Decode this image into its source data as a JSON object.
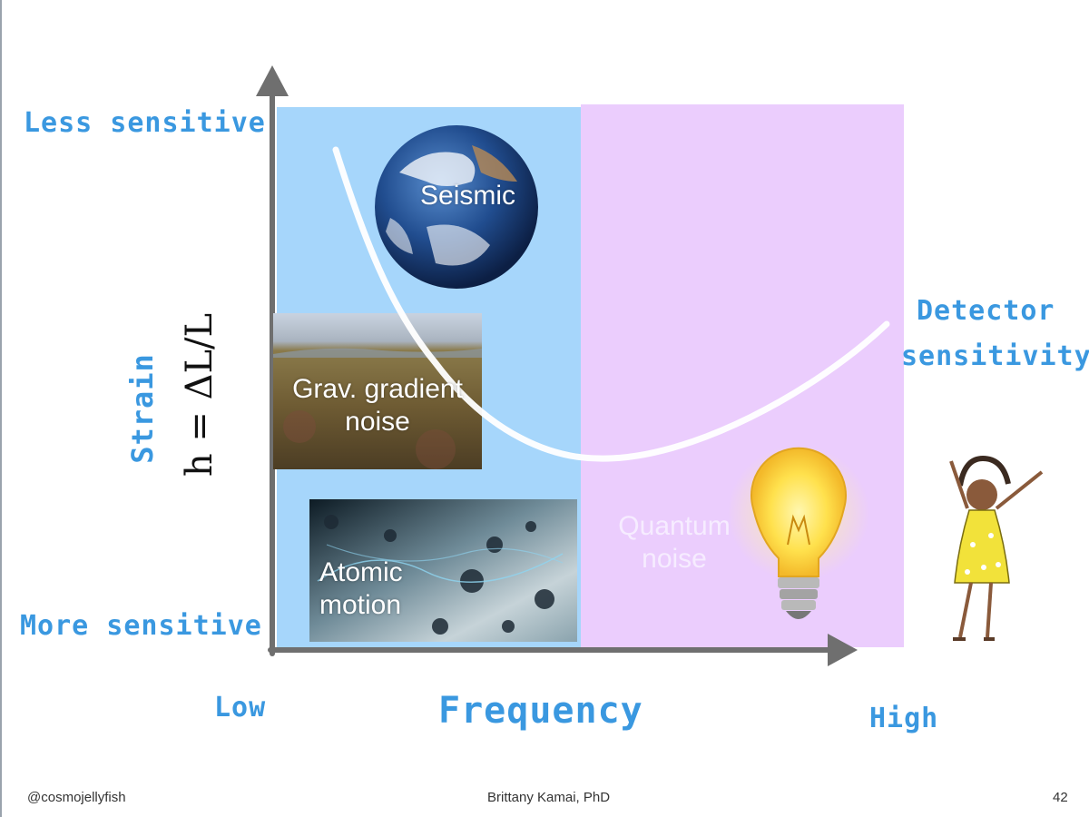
{
  "y_axis": {
    "top_label": "Less sensitive",
    "bottom_label": "More sensitive",
    "title": "Strain",
    "formula": "h = ΔL/L"
  },
  "x_axis": {
    "low_label": "Low",
    "title": "Frequency",
    "high_label": "High"
  },
  "curve_label": {
    "line1": "Detector",
    "line2": "sensitivity"
  },
  "noise_sources": {
    "seismic": "Seismic",
    "grav_gradient": {
      "line1": "Grav. gradient",
      "line2": "noise"
    },
    "atomic": {
      "line1": "Atomic",
      "line2": "motion"
    },
    "quantum": {
      "line1": "Quantum",
      "line2": "noise"
    }
  },
  "footer": {
    "handle": "@cosmojellyfish",
    "author": "Brittany Kamai, PhD",
    "page": "42"
  },
  "colors": {
    "handwriting": "#3a98e0",
    "low_freq_zone": "#a6d6fb",
    "high_freq_zone": "#ebcdfd",
    "axes": "#6f6f6f",
    "curve": "#ffffff"
  },
  "icons": [
    "earth-image",
    "grassland-image",
    "atoms-image",
    "light-bulb-image",
    "scientist-figure"
  ]
}
